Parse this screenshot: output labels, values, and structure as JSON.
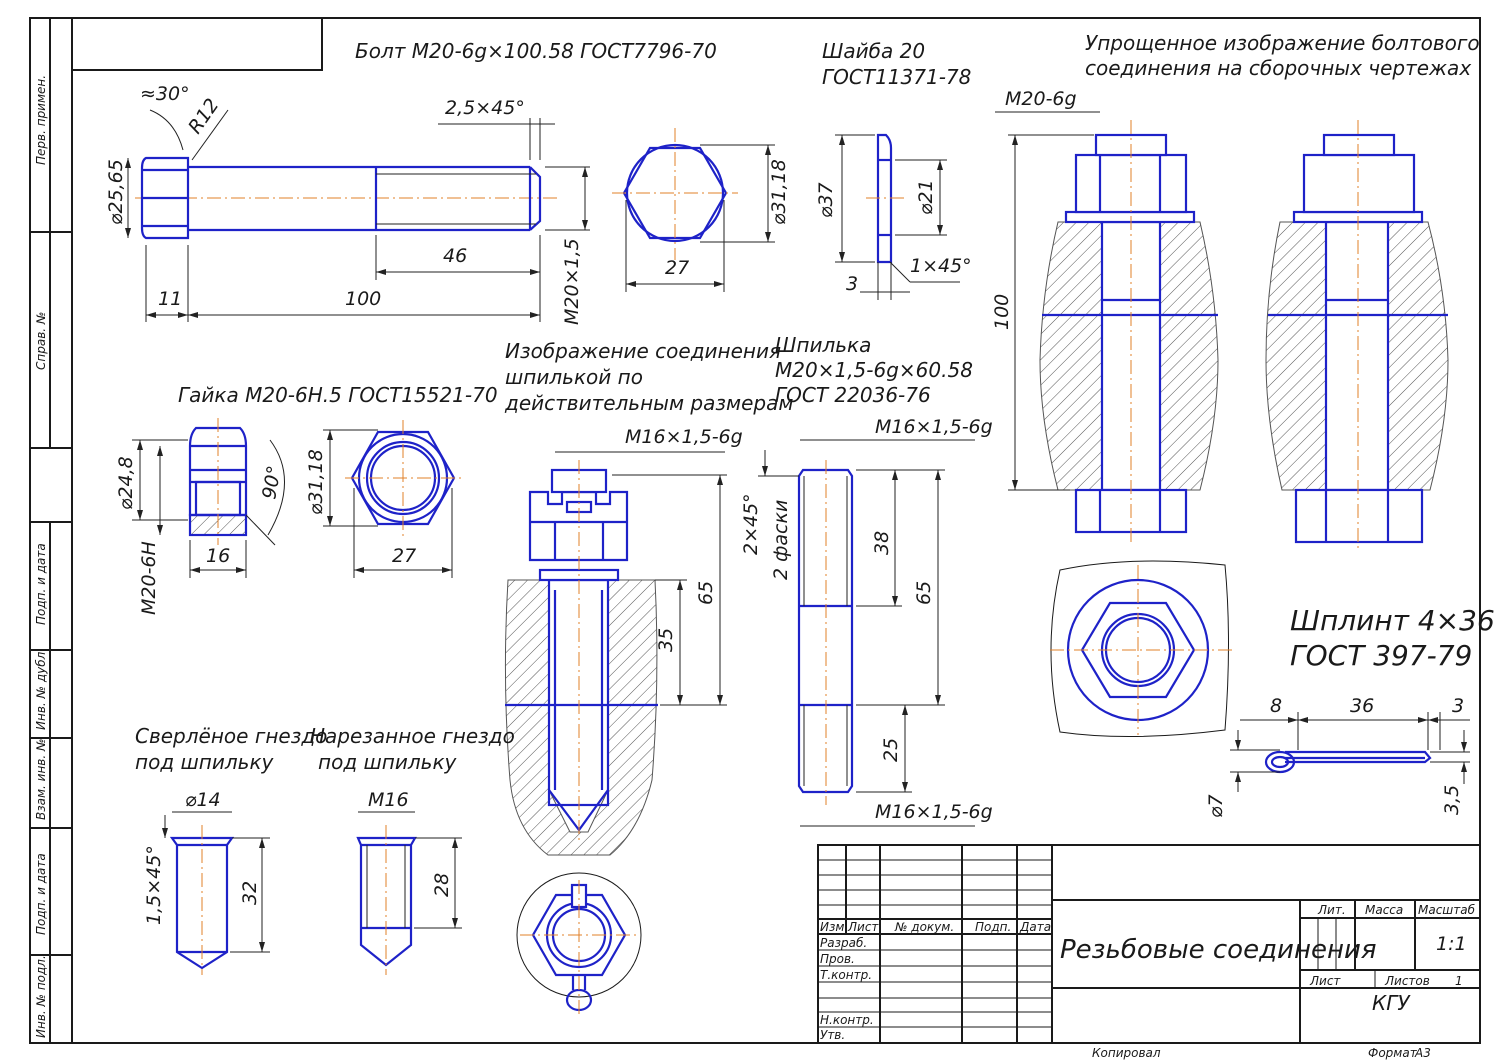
{
  "colors": {
    "part": "#1e22c8",
    "axis": "#e0802a",
    "ink": "#1a1a1a"
  },
  "labels": {
    "bolt": "Болт М20-6g×100.58 ГОСТ7796-70",
    "washer_1": "Шайба 20",
    "washer_2": "ГОСТ11371-78",
    "simplified_1": "Упрощенное изображение болтового",
    "simplified_2": "соединения на сборочных чертежах",
    "nut": "Гайка М20-6Н.5 ГОСТ15521-70",
    "stud_conn_1": "Изображение соединения",
    "stud_conn_2": "шпилькой по",
    "stud_conn_3": "действительным размерам",
    "stud_1": "Шпилька",
    "stud_2": "М20×1,5-6g×60.58",
    "stud_3": "ГОСТ 22036-76",
    "drilled_1": "Сверлёное гнездо",
    "drilled_2": "под шпильку",
    "threaded_1": "Нарезанное гнездо",
    "threaded_2": "под шпильку",
    "cotter_1": "Шплинт 4×36",
    "cotter_2": "ГОСТ 397-79"
  },
  "dims": {
    "angle30": "≈30°",
    "r12": "R12",
    "chamfer_bolt": "2,5×45°",
    "d2565": "⌀25,65",
    "l11": "11",
    "l100": "100",
    "l46": "46",
    "m20x15": "М20×1,5",
    "s27": "27",
    "d3118": "⌀31,18",
    "d37": "⌀37",
    "d21": "⌀21",
    "w3": "3",
    "chamfer_washer": "1×45°",
    "m20_6g": "М20-6g",
    "l100b": "100",
    "d248": "⌀24,8",
    "m20_6h": "М20-6Н",
    "l16": "16",
    "a90": "90°",
    "d3118b": "⌀31,18",
    "s27b": "27",
    "m16_a": "М16×1,5-6g",
    "l65a": "65",
    "l35": "35",
    "m16_b": "М16×1,5-6g",
    "ch2x45": "2×45°",
    "faski": "2 фаски",
    "l38": "38",
    "l65b": "65",
    "l25": "25",
    "m16_c": "М16×1,5-6g",
    "d14": "⌀14",
    "ch15": "1,5×45°",
    "l32": "32",
    "m16": "М16",
    "l28": "28",
    "c8": "8",
    "c36": "36",
    "c3": "3",
    "d7": "⌀7",
    "c35": "3,5"
  },
  "side_stamp": [
    "Перв. примен.",
    "Справ. №",
    "Подп. и дата",
    "Инв. № дубл.",
    "Взам. инв. №",
    "Подп. и дата",
    "Инв. № подл."
  ],
  "title_block": {
    "name": "Резьбовые соединения",
    "org": "КГУ",
    "lit": "Лит.",
    "mass": "Масса",
    "scale_h": "Масштаб",
    "scale": "1:1",
    "sheet": "Лист",
    "sheets": "Листов",
    "sheets_n": "1",
    "izm": "Изм.",
    "list": "Лист",
    "doc": "№ докум.",
    "podp": "Подп.",
    "date": "Дата",
    "razrab": "Разраб.",
    "prov": "Пров.",
    "tkontr": "Т.контр.",
    "nkontr": "Н.контр.",
    "utv": "Утв.",
    "copied": "Копировал",
    "format": "Формат",
    "format_v": "А3"
  }
}
